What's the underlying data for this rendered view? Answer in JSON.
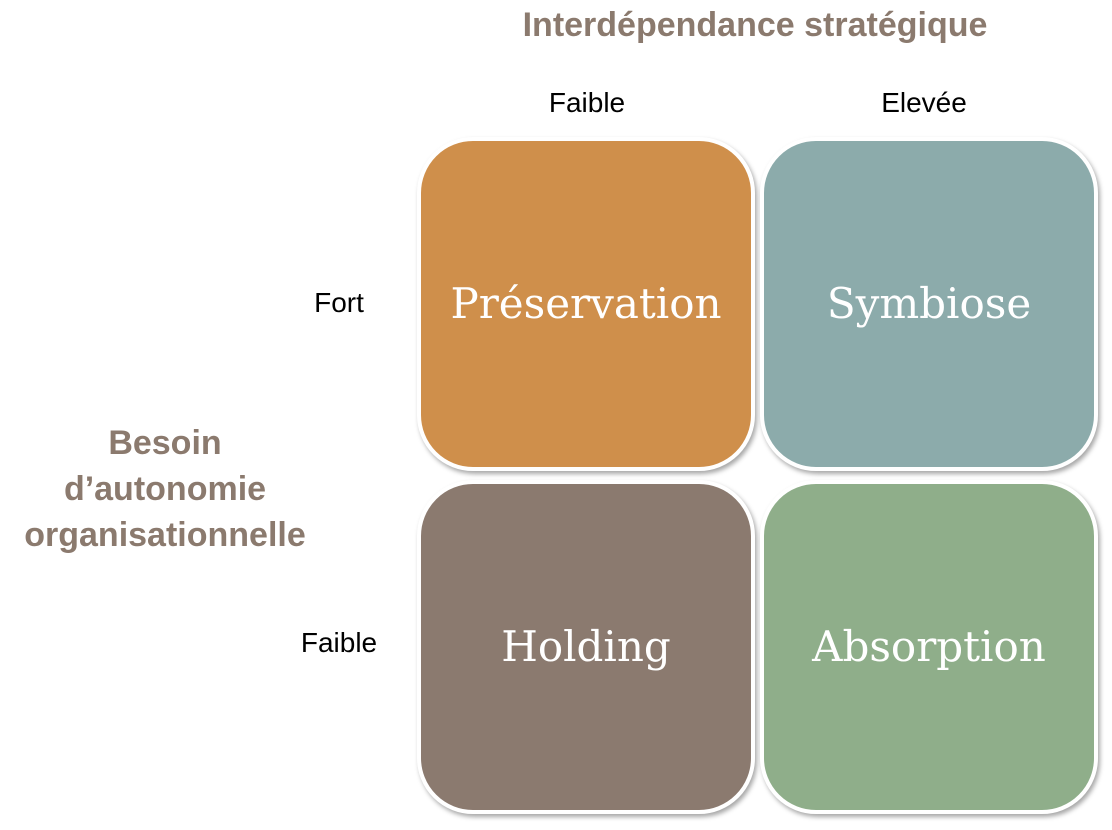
{
  "axes": {
    "x_title": "Interdépendance stratégique",
    "y_title_lines": [
      "Besoin",
      "d’autonomie",
      "organisationnelle"
    ]
  },
  "columns": [
    {
      "label": "Faible"
    },
    {
      "label": "Elevée"
    }
  ],
  "rows": [
    {
      "label": "Fort"
    },
    {
      "label": "Faible"
    }
  ],
  "cells": [
    {
      "label": "Préservation",
      "color": "#cf8f4b"
    },
    {
      "label": "Symbiose",
      "color": "#8cabab"
    },
    {
      "label": "Holding",
      "color": "#8b7a6f"
    },
    {
      "label": "Absorption",
      "color": "#8fae8a"
    }
  ],
  "colors": {
    "axis_title": "#8b7a6e",
    "cell_text": "#ffffff"
  }
}
